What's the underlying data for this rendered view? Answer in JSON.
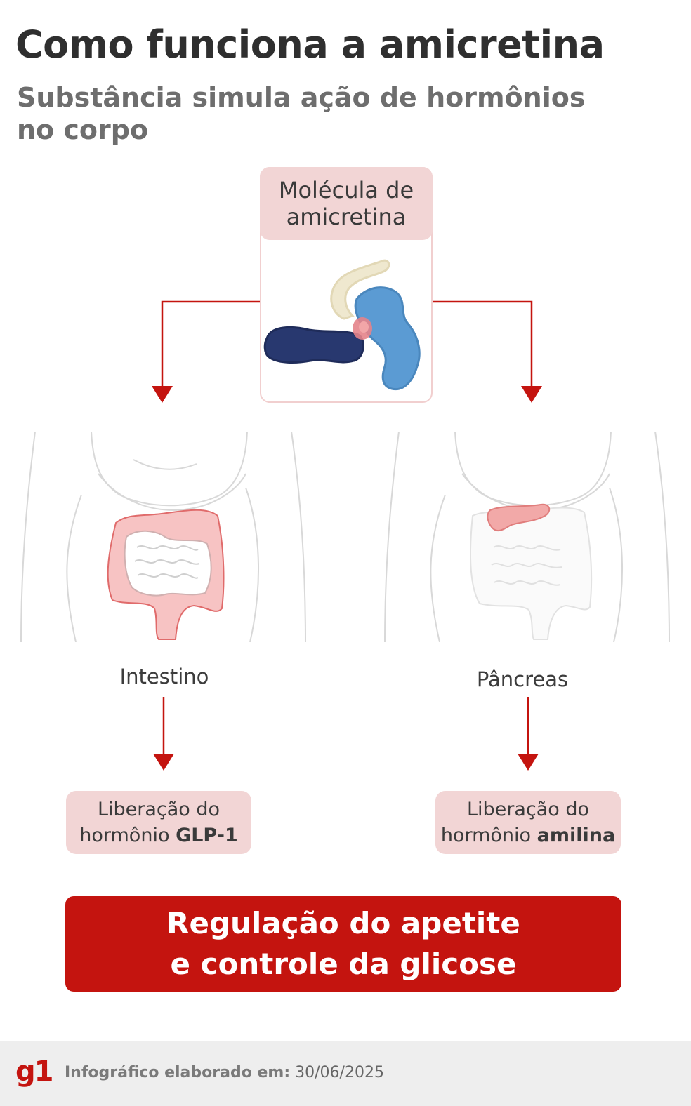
{
  "header": {
    "title": "Como funciona a amicretina",
    "subtitle": "Substância simula ação de hormônios\nno corpo"
  },
  "molecule": {
    "label": "Molécula de\namicretina"
  },
  "left": {
    "organ_label": "Intestino",
    "hormone_prefix": "Liberação do",
    "hormone_word": "hormônio",
    "hormone_name": "GLP-1"
  },
  "right": {
    "organ_label": "Pâncreas",
    "hormone_prefix": "Liberação do",
    "hormone_word": "hormônio",
    "hormone_name": "amilina"
  },
  "result": {
    "line1": "Regulação do apetite",
    "line2": "e controle da glicose"
  },
  "footer": {
    "logo": "g1",
    "label": "Infográfico elaborado em:",
    "date": "30/06/2025"
  },
  "colors": {
    "accent_red": "#c4140f",
    "pink_box": "#f2d5d5",
    "organ_highlight": "#f4a3a3"
  }
}
